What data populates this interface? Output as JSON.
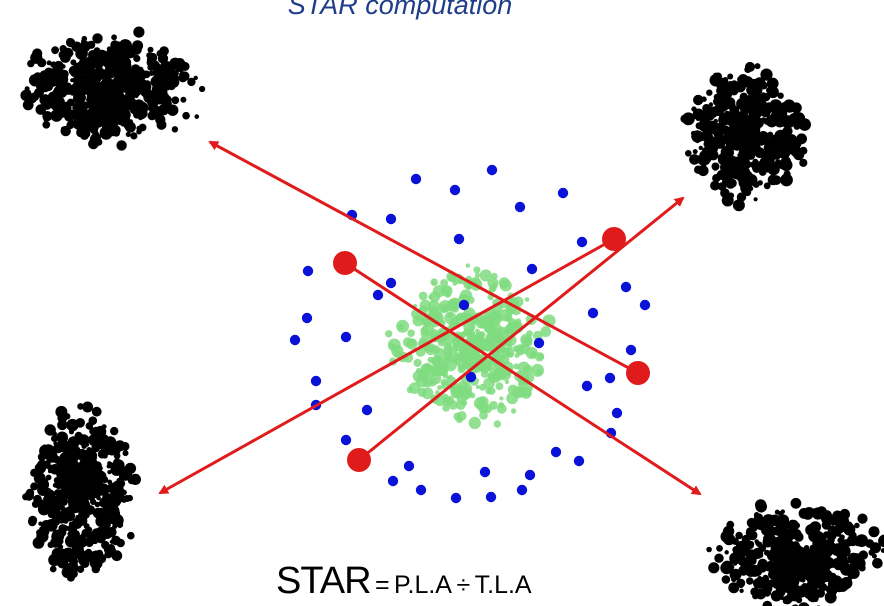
{
  "title": "STAR computation",
  "formula": {
    "lhs": "STAR",
    "equals": "=",
    "numerator": "P.L.A",
    "divide": "÷",
    "denominator": "T.L.A"
  },
  "colors": {
    "title": "#1f3d8a",
    "arrow": "#e01b1b",
    "dot": "#0a12d8",
    "cell_outline": "#000000",
    "center_cell": "#7fdc7f"
  },
  "icons": {
    "corner_cells": "black-cell-silhouette",
    "center_cell": "green-cell-silhouette"
  }
}
